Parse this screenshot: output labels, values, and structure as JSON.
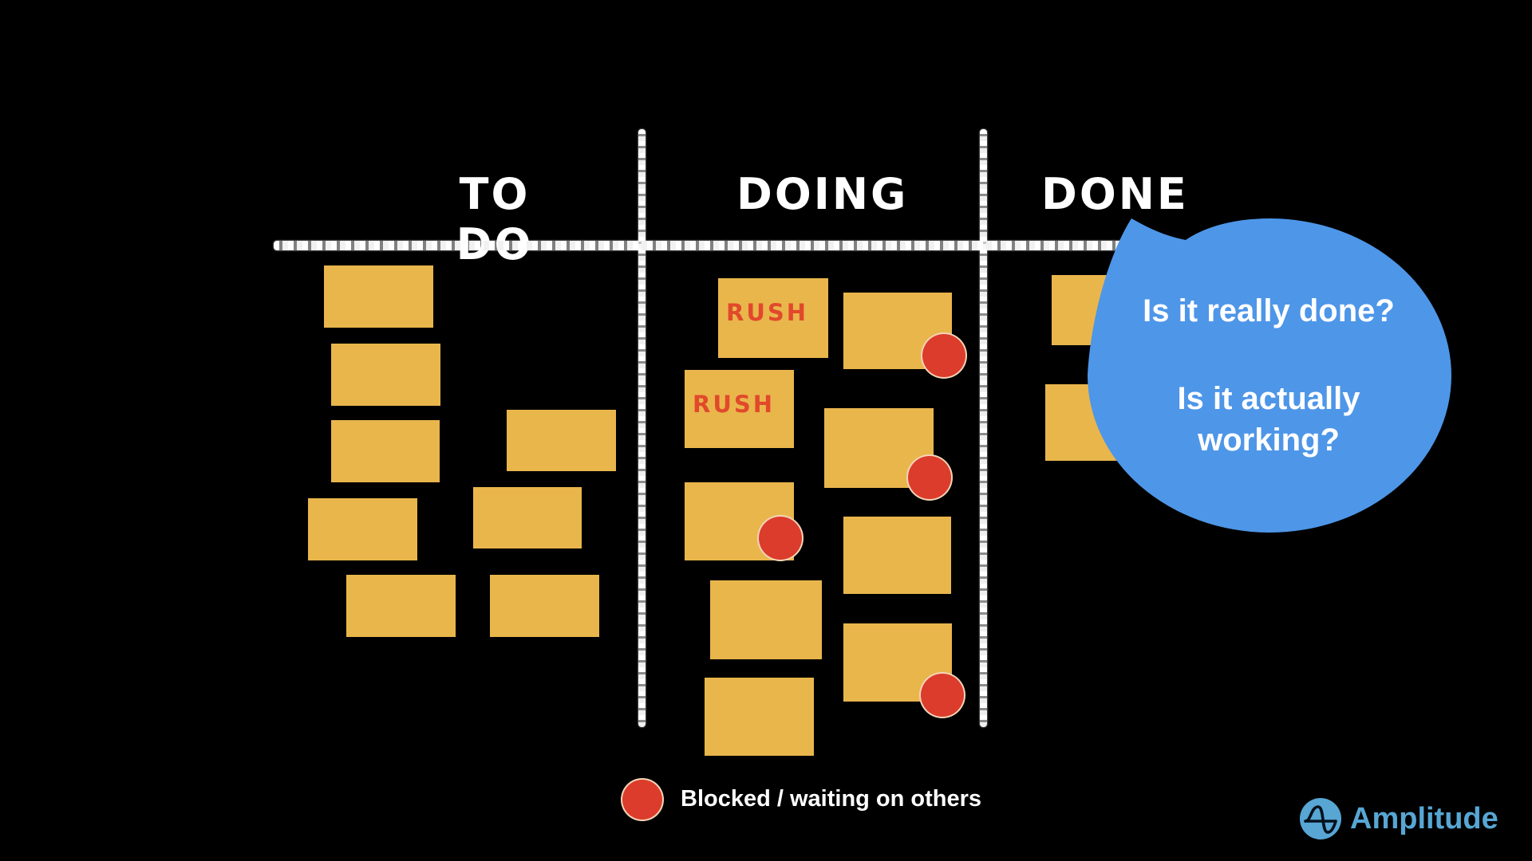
{
  "board": {
    "rush_label": "RUSH",
    "columns": [
      {
        "title": "TO DO",
        "notes": [
          {
            "rush": false,
            "blocked": false
          },
          {
            "rush": false,
            "blocked": false
          },
          {
            "rush": false,
            "blocked": false
          },
          {
            "rush": false,
            "blocked": false
          },
          {
            "rush": false,
            "blocked": false
          },
          {
            "rush": false,
            "blocked": false
          },
          {
            "rush": false,
            "blocked": false
          },
          {
            "rush": false,
            "blocked": false
          }
        ]
      },
      {
        "title": "DOING",
        "notes": [
          {
            "rush": true,
            "blocked": false
          },
          {
            "rush": false,
            "blocked": true
          },
          {
            "rush": true,
            "blocked": false
          },
          {
            "rush": false,
            "blocked": true
          },
          {
            "rush": false,
            "blocked": true
          },
          {
            "rush": false,
            "blocked": false
          },
          {
            "rush": false,
            "blocked": false
          },
          {
            "rush": false,
            "blocked": true
          },
          {
            "rush": false,
            "blocked": false
          }
        ]
      },
      {
        "title": "DONE",
        "notes": [
          {
            "rush": false,
            "blocked": false
          },
          {
            "rush": false,
            "blocked": false
          }
        ]
      }
    ]
  },
  "bubble": {
    "line1": "Is it really done?",
    "line2": "Is it actually",
    "line3": "working?"
  },
  "legend": {
    "label": "Blocked / waiting on others"
  },
  "footer": {
    "brand": "Amplitude"
  },
  "colors": {
    "background": "#000000",
    "sticky_note": "#E9B64C",
    "blocked_dot": "#DC3C2B",
    "rush_text": "#E1492B",
    "bubble": "#4E96E8",
    "chalk": "#FFFFFF",
    "brand_blue": "#57A6D4"
  }
}
